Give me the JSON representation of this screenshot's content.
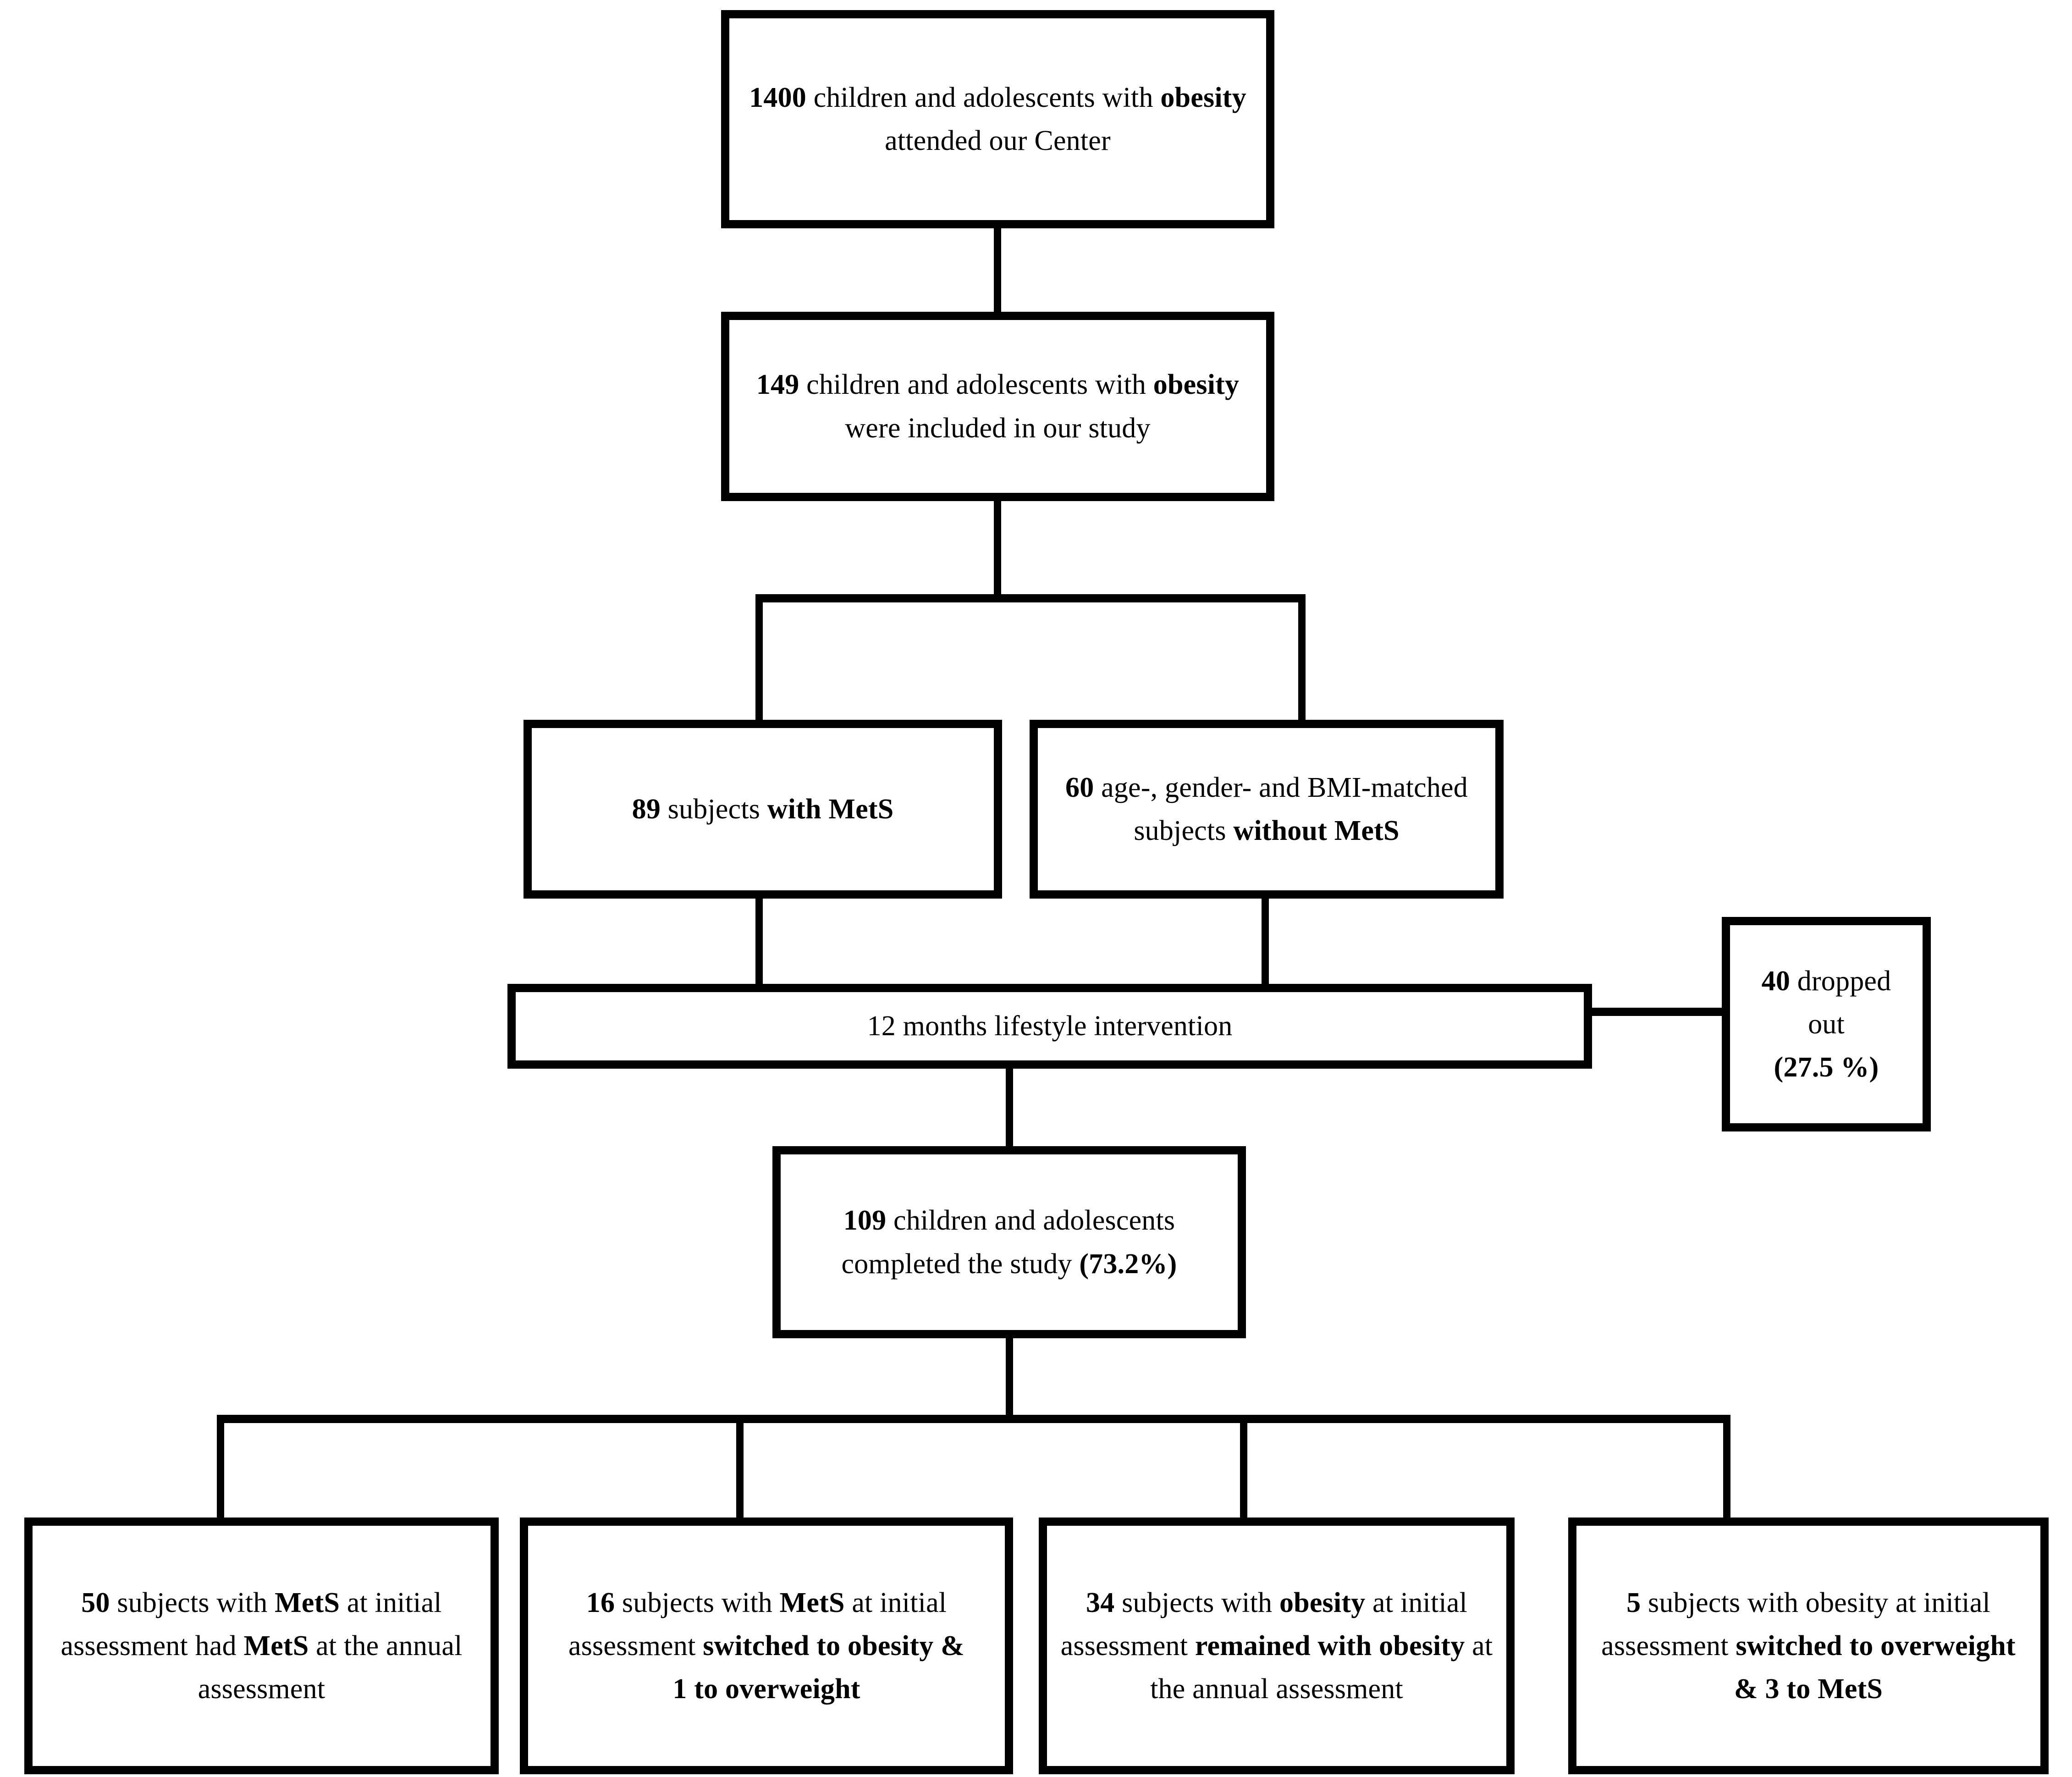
{
  "diagram": {
    "title": "Study flow diagram of children and adolescents with obesity",
    "type": "flowchart",
    "colors": {
      "box_border": "#000000",
      "box_fill": "#ffffff",
      "connector": "#000000",
      "text": "#000000"
    },
    "nodes": [
      {
        "id": "attended",
        "name": "attended-center-box",
        "text_plain": "1400 children and adolescents with obesity attended our Center",
        "text_html": "<b>1400</b> children and adolescents with <b>obesity</b> attended our Center",
        "count": 1400
      },
      {
        "id": "included",
        "name": "included-in-study-box",
        "text_plain": "149 children and adolescents with obesity were included in our study",
        "text_html": "<b>149</b> children and adolescents with <b>obesity</b> were included in our study",
        "count": 149
      },
      {
        "id": "with-mets",
        "name": "subjects-with-mets-box",
        "text_plain": "89 subjects with MetS",
        "text_html": "<b>89</b> subjects <b>with MetS</b>",
        "count": 89
      },
      {
        "id": "without-mets",
        "name": "matched-subjects-without-mets-box",
        "text_plain": "60 age-, gender- and BMI-matched subjects without MetS",
        "text_html": "<b>60</b> age-, gender- and BMI-matched subjects <b>without MetS</b>",
        "count": 60
      },
      {
        "id": "intervention",
        "name": "lifestyle-intervention-bar",
        "text_plain": "12 months lifestyle intervention",
        "text_html": "12 months lifestyle intervention",
        "count": 12
      },
      {
        "id": "dropped",
        "name": "dropped-out-box",
        "text_plain": "40 dropped out (27.5 %)",
        "text_html": "<b>40</b> dropped out<br><b>(27.5 %)</b>",
        "count": 40,
        "percent": "27.5 %"
      },
      {
        "id": "completed",
        "name": "completed-study-box",
        "text_plain": "109 children and adolescents completed the study (73.2%)",
        "text_html": "<b>109</b> children and adolescents completed the study <b>(73.2%)</b>",
        "count": 109,
        "percent": "73.2%"
      },
      {
        "id": "outcome-1",
        "name": "outcome-mets-remained-box",
        "text_plain": "50 subjects with MetS at initial assessment had MetS at the annual assessment",
        "text_html": "<b>50</b> subjects with <b>MetS</b> at initial assessment had <b>MetS</b> at the annual assessment",
        "count": 50
      },
      {
        "id": "outcome-2",
        "name": "outcome-mets-switched-box",
        "text_plain": "16 subjects with MetS at initial assessment switched to obesity & 1 to overweight",
        "text_html": "<b>16</b> subjects with <b>MetS</b> at initial assessment <b>switched to obesity &amp;<br>1 to overweight</b>",
        "count": 16
      },
      {
        "id": "outcome-3",
        "name": "outcome-obesity-remained-box",
        "text_plain": "34 subjects with obesity at initial assessment remained with obesity at the annual assessment",
        "text_html": "<b>34</b> subjects with <b>obesity</b> at initial assessment <b>remained with obesity</b> at the annual assessment",
        "count": 34
      },
      {
        "id": "outcome-4",
        "name": "outcome-obesity-switched-box",
        "text_plain": "5 subjects with obesity at initial assessment switched to overweight & 3 to MetS",
        "text_html": "<b>5</b> subjects with obesity at initial assessment <b>switched to overweight<br>&amp; 3 to MetS</b>",
        "count": 5
      }
    ]
  }
}
